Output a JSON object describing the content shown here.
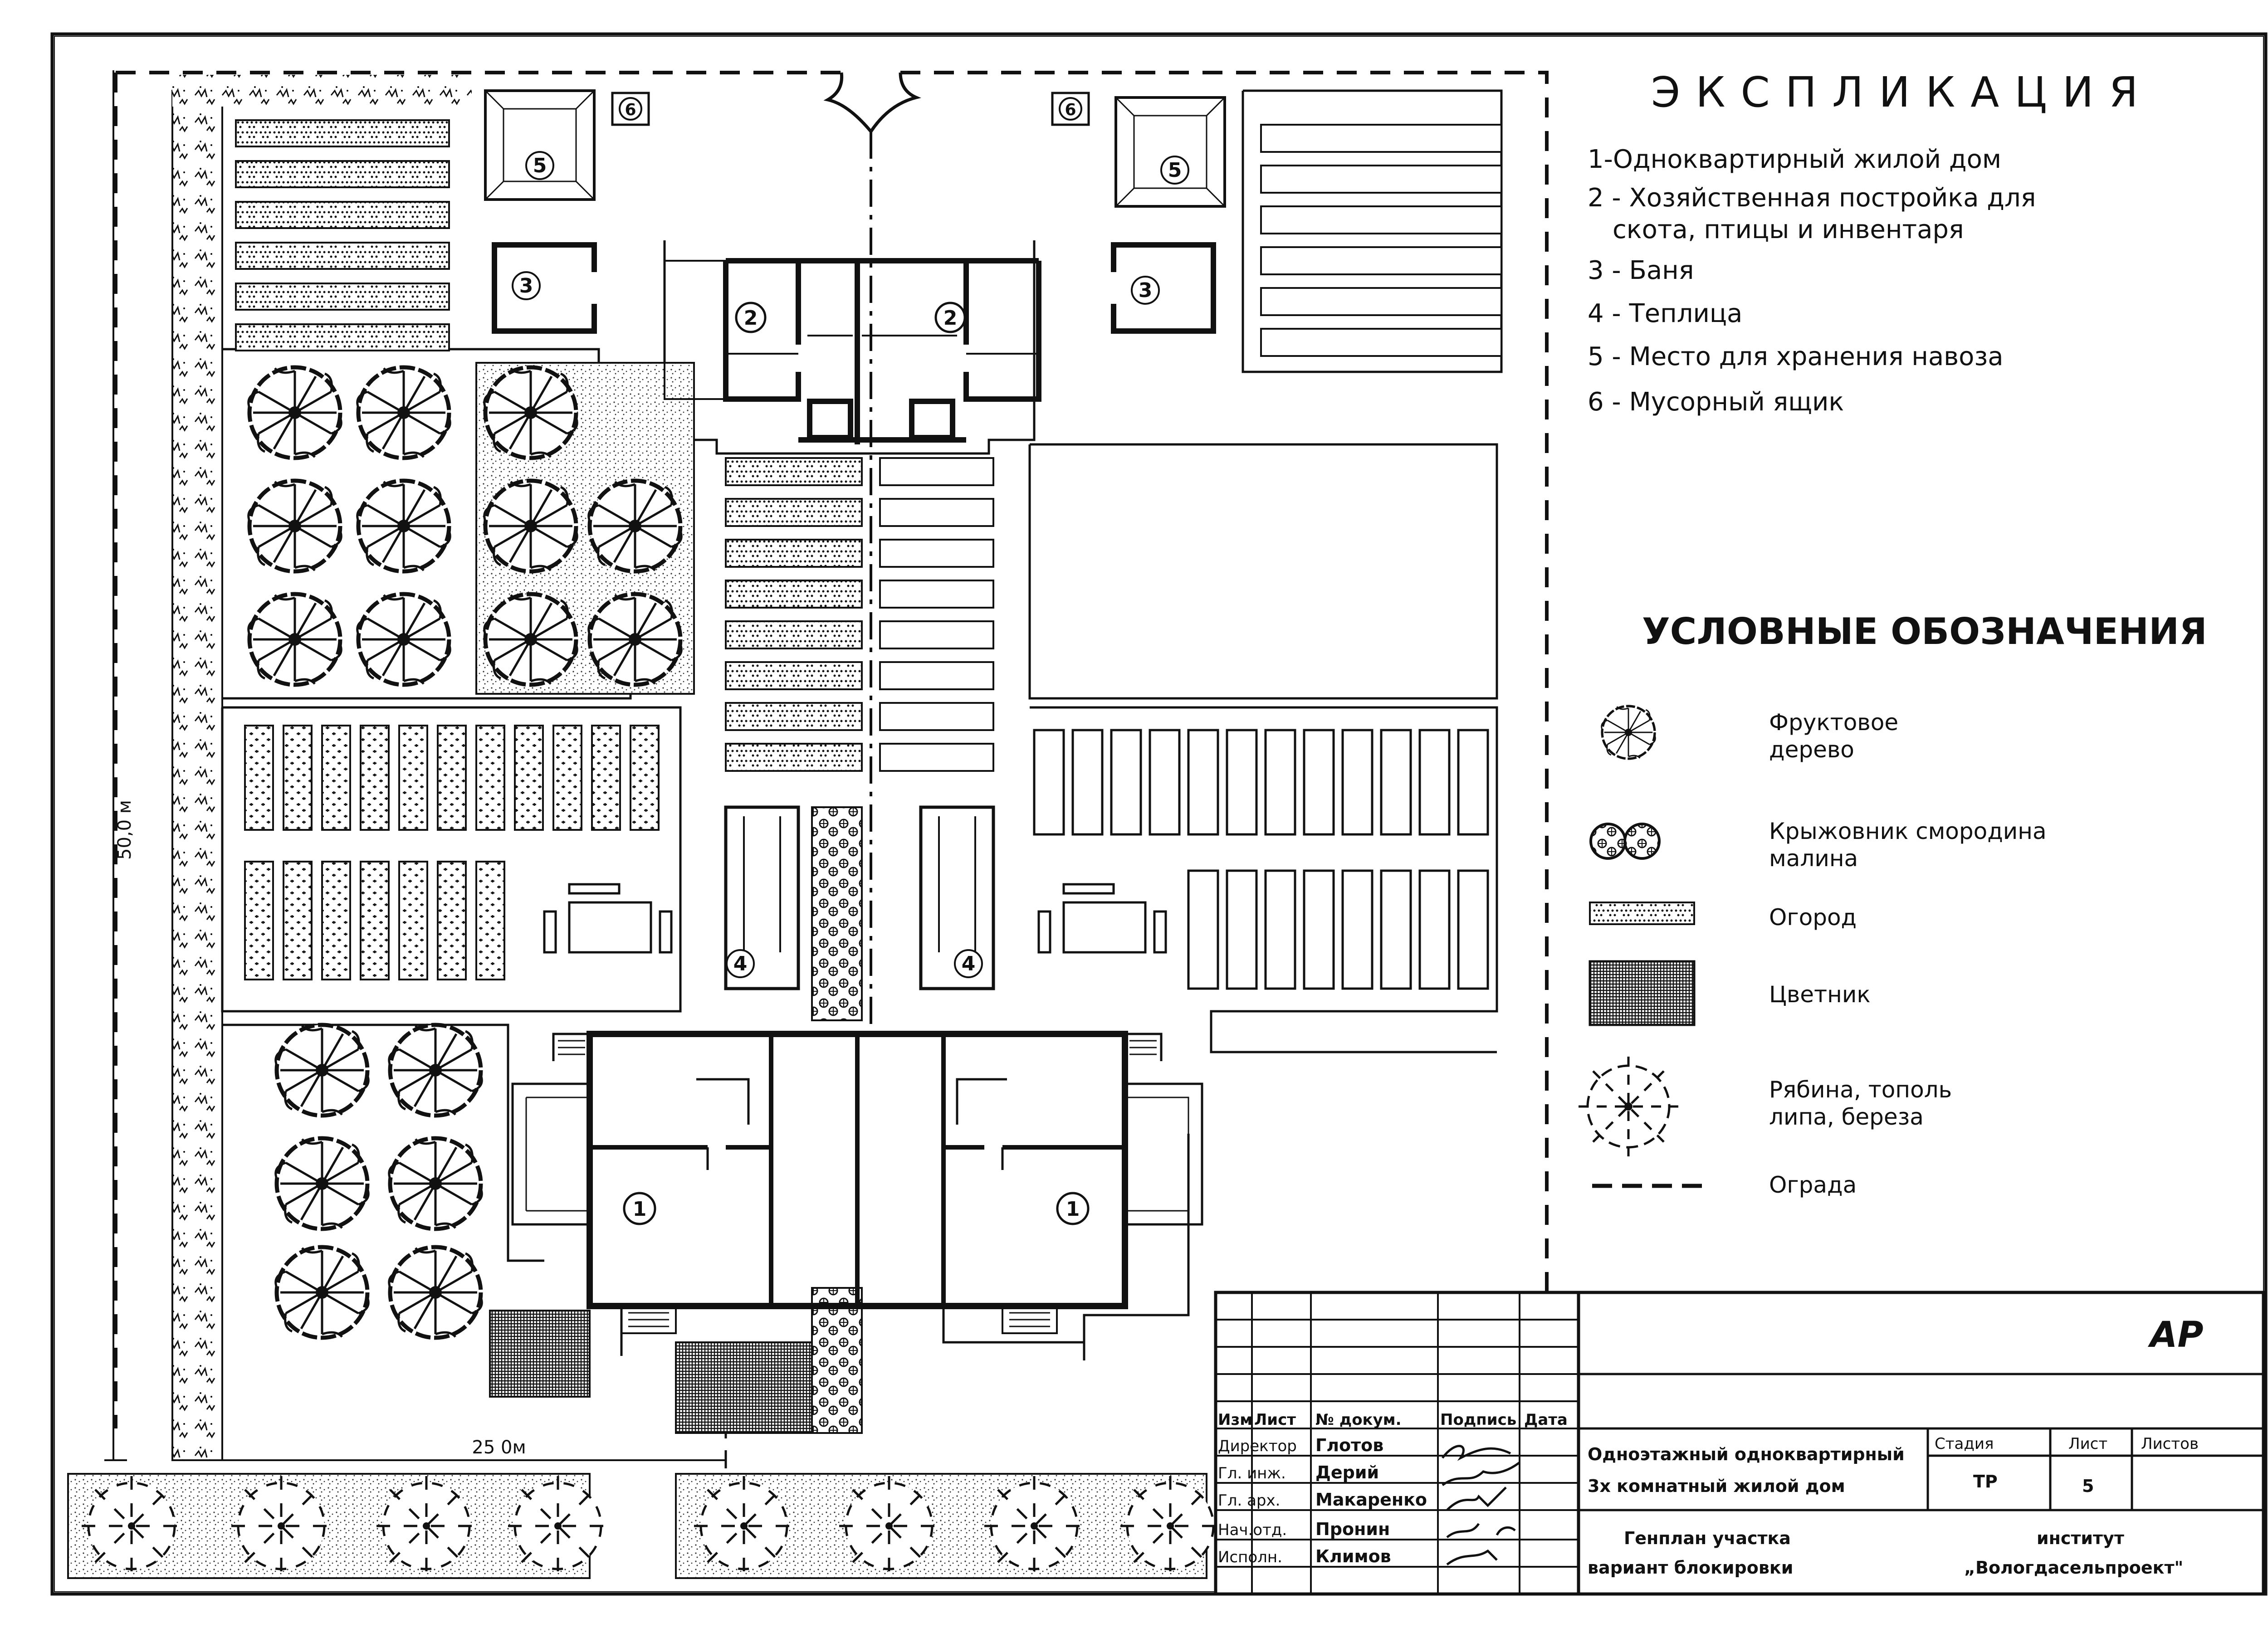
{
  "explication": {
    "title": "ЭКСПЛИКАЦИЯ",
    "items": [
      "1-Одноквартирный жилой дом",
      "2 - Хозяйственная постройка для",
      "скота, птицы и инвентаря",
      "3 - Баня",
      "4 - Теплица",
      "5 - Место для хранения навоза",
      "6 - Мусорный ящик"
    ]
  },
  "legend": {
    "title": "УСЛОВНЫЕ ОБОЗНАЧЕНИЯ",
    "items": [
      {
        "line1": "Фруктовое",
        "line2": "дерево"
      },
      {
        "line1": "Крыжовник смородина",
        "line2": "малина"
      },
      {
        "line1": "Огород",
        "line2": ""
      },
      {
        "line1": "Цветник",
        "line2": ""
      },
      {
        "line1": "Рябина, тополь",
        "line2": "липа, береза"
      },
      {
        "line1": "Ограда",
        "line2": ""
      }
    ]
  },
  "plan": {
    "dim_height": "50,0 м",
    "dim_width": "25 0м",
    "markers": [
      "1",
      "2",
      "3",
      "4",
      "5",
      "6"
    ]
  },
  "title_block": {
    "headers": [
      "Изм",
      "Лист",
      "№ докум.",
      "Подпись",
      "Дата"
    ],
    "roles": [
      "Директор",
      "Гл. инж.",
      "Гл. арх.",
      "Нач.отд.",
      "Исполн."
    ],
    "names": [
      "Глотов",
      "Дерий",
      "Макаренко",
      "Пронин",
      "Климов"
    ],
    "code": "АР",
    "project_line1": "Одноэтажный одноквартирный",
    "project_line2": "3х комнатный жилой дом",
    "stage_label": "Стадия",
    "sheet_label": "Лист",
    "sheets_label": "Листов",
    "stage_value": "ТР",
    "sheet_value": "5",
    "drawing_line1": "Генплан участка",
    "drawing_line2": "вариант блокировки",
    "org_line1": "институт",
    "org_line2": "„Вологдасельпроект\""
  }
}
